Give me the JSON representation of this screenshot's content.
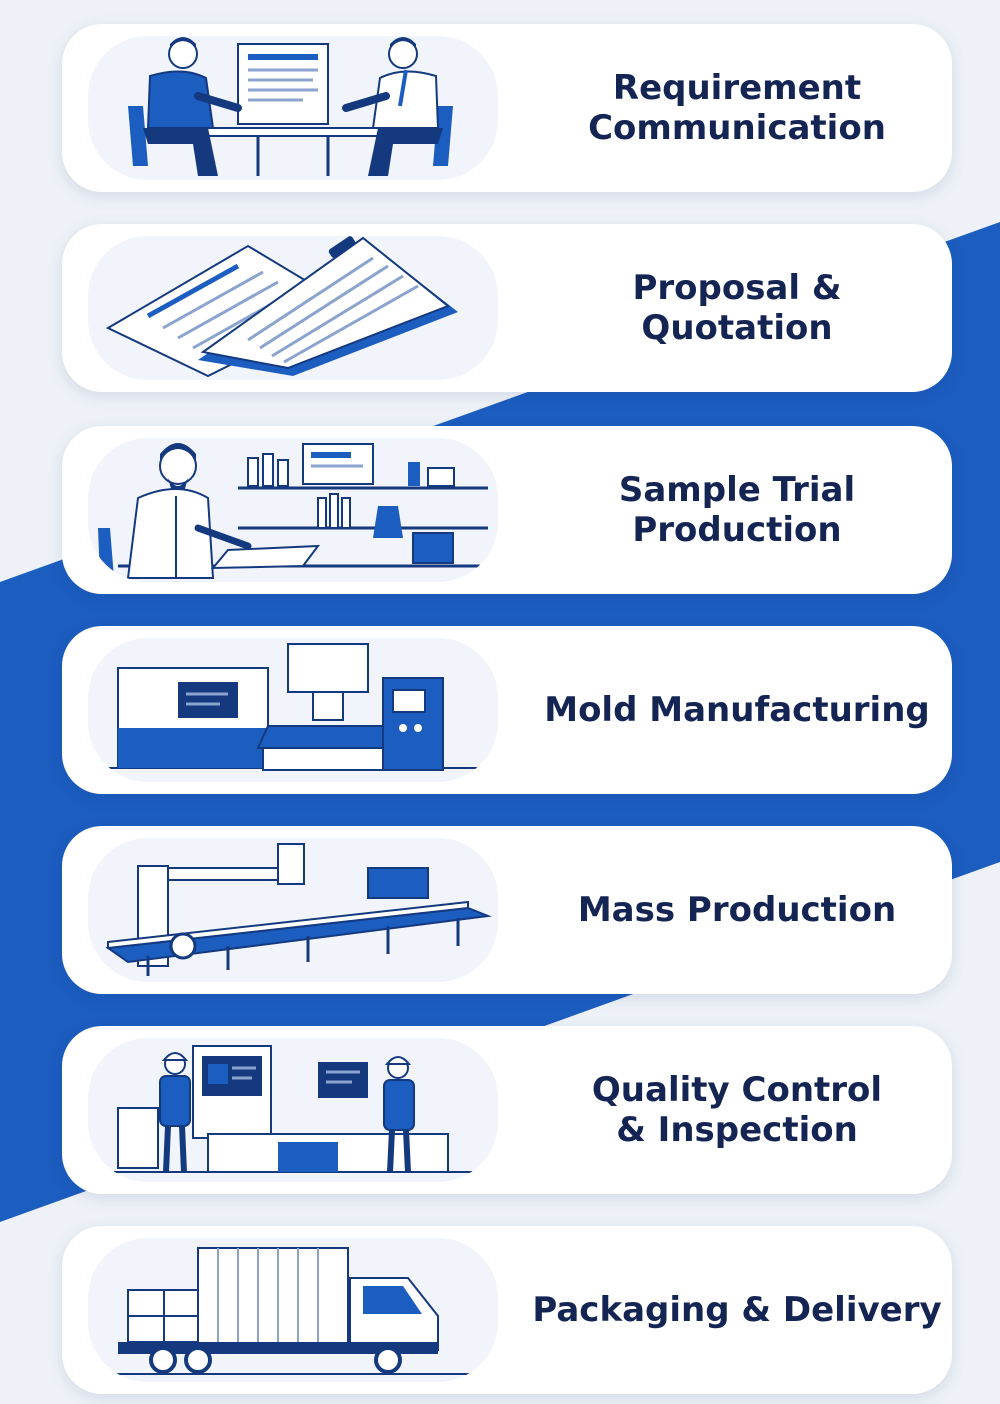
{
  "colors": {
    "accent": "#1c5dc0",
    "accent_dark": "#14397f",
    "navy_text": "#142453",
    "card": "#ffffff",
    "background": "#eef2f8"
  },
  "steps": [
    {
      "label": "Requirement\nCommunication",
      "illustration": "meeting-icon"
    },
    {
      "label": "Proposal & Quotation",
      "illustration": "documents-icon"
    },
    {
      "label": "Sample Trial\nProduction",
      "illustration": "laboratory-icon"
    },
    {
      "label": "Mold Manufacturing",
      "illustration": "machining-center-icon"
    },
    {
      "label": "Mass Production",
      "illustration": "production-line-icon"
    },
    {
      "label": "Quality Control\n& Inspection",
      "illustration": "inspection-station-icon"
    },
    {
      "label": "Packaging & Delivery",
      "illustration": "delivery-truck-icon"
    }
  ]
}
